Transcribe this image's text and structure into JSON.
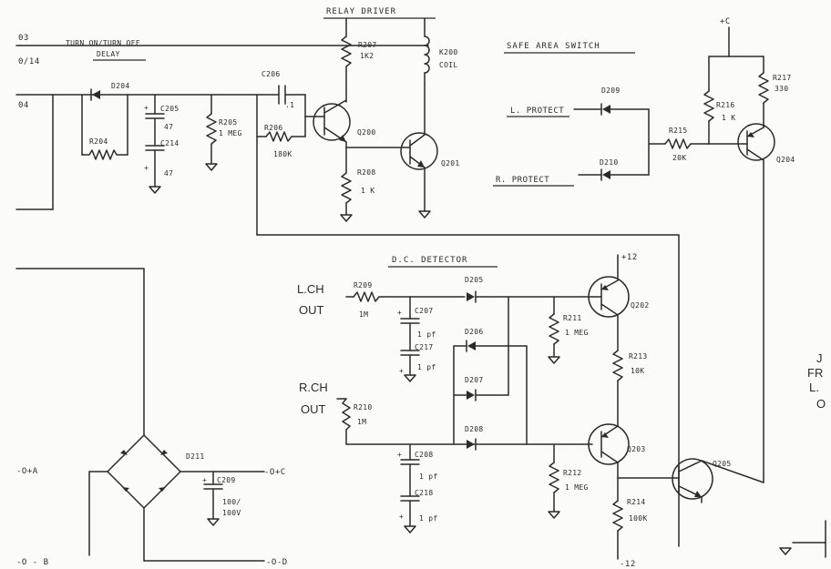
{
  "sections": {
    "relay_driver": "RELAY DRIVER",
    "safe_area_switch": "SAFE AREA SWITCH",
    "dc_detector": "D.C. DETECTOR",
    "turn_on_off": "TURN ON/TURN OFF",
    "delay": "DELAY"
  },
  "nets": {
    "q3": "03",
    "q14": "0/14",
    "q4": "04",
    "plus_c_top": "+C",
    "plus_12": "+12",
    "minus_12": "-12",
    "plus_a": "-O+A",
    "plus_c_out": "-O+C",
    "minus_b": "-O - B",
    "minus_d": "-O-D"
  },
  "inputs": {
    "l_protect": "L. PROTECT",
    "r_protect": "R. PROTECT",
    "l_ch": "L.CH",
    "r_ch": "R.CH",
    "out_l": "OUT",
    "out_r": "OUT"
  },
  "components": {
    "d204": "D204",
    "r204": "R204",
    "c205": "C205",
    "c205_val": "47",
    "c214": "C214",
    "c214_val": "47",
    "r205": "R205",
    "r205_val": "1 MEG",
    "c206": "C206",
    "c206_val": ".1",
    "r206": "R206",
    "r206_val": "180K",
    "r207": "R207",
    "r207_val": "1K2",
    "k200": "K200",
    "k200_val": "COIL",
    "q200": "Q200",
    "q201": "Q201",
    "r208": "R208",
    "r208_val": "1 K",
    "d209": "D209",
    "d210": "D210",
    "r215": "R215",
    "r215_val": "20K",
    "r216": "R216",
    "r216_val": "1 K",
    "r217": "R217",
    "r217_val": "330",
    "q204": "Q204",
    "r209": "R209",
    "r209_val": "1M",
    "c207": "C207",
    "c207_val": "1 pf",
    "c217": "C217",
    "c217_val": "1 pf",
    "d205": "D205",
    "d206": "D206",
    "d207": "D207",
    "d208": "D208",
    "r210": "R210",
    "r210_val": "1M",
    "c208": "C208",
    "c208_val": "1 pf",
    "c218": "C218",
    "c218_val": "1 pf",
    "q202": "Q202",
    "q203": "Q203",
    "q205": "Q205",
    "r211": "R211",
    "r211_val": "1 MEG",
    "r212": "R212",
    "r212_val": "1 MEG",
    "r213": "R213",
    "r213_val": "10K",
    "r214": "R214",
    "r214_val": "100K",
    "d211": "D211",
    "c209": "C209",
    "c209_val1": "100/",
    "c209_val2": "100V"
  },
  "edge_text": [
    "J",
    "FR",
    "L.",
    "O"
  ]
}
